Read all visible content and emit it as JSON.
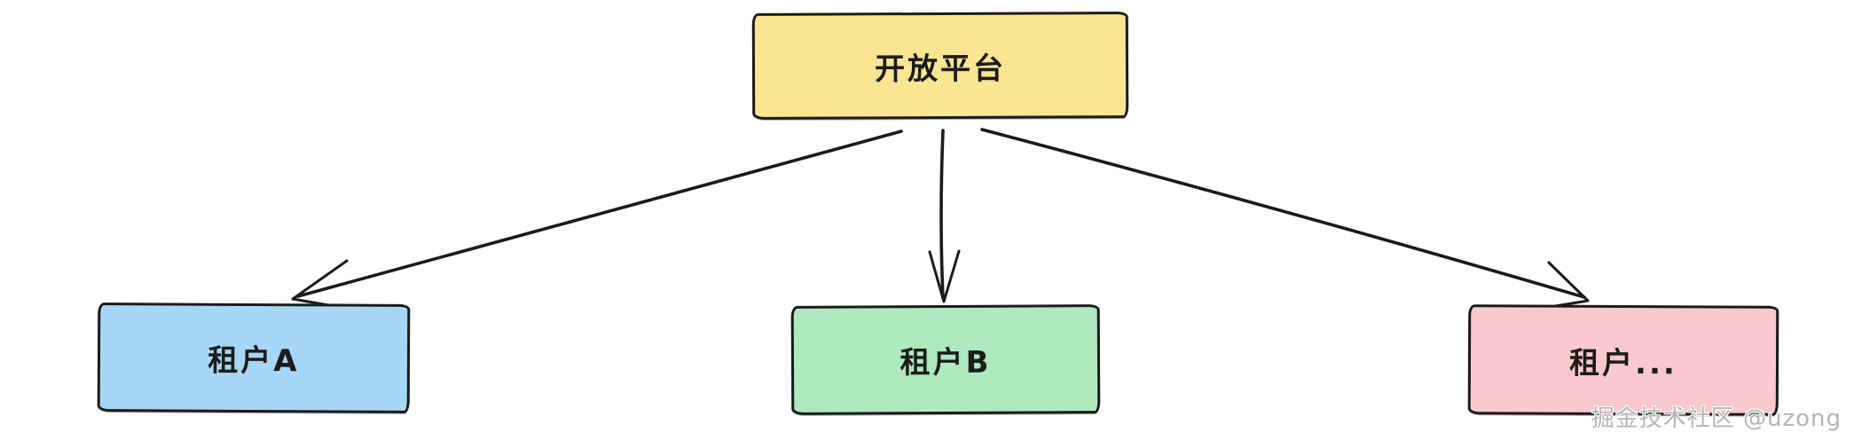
{
  "diagram": {
    "background_color": "#ffffff",
    "stroke_color": "#1b1b1b",
    "nodes": [
      {
        "id": "platform",
        "label": "开放平台",
        "fill": "#F9E592"
      },
      {
        "id": "tenant-a",
        "label": "租户A",
        "fill": "#A7D7F7"
      },
      {
        "id": "tenant-b",
        "label": "租户B",
        "fill": "#AFE9BE"
      },
      {
        "id": "tenant-etc",
        "label": "租户...",
        "fill": "#F9C9CD"
      }
    ],
    "edges": [
      {
        "from": "开放平台",
        "to": "租户A"
      },
      {
        "from": "开放平台",
        "to": "租户B"
      },
      {
        "from": "开放平台",
        "to": "租户..."
      }
    ],
    "watermark": "掘金技术社区 @uzong"
  }
}
